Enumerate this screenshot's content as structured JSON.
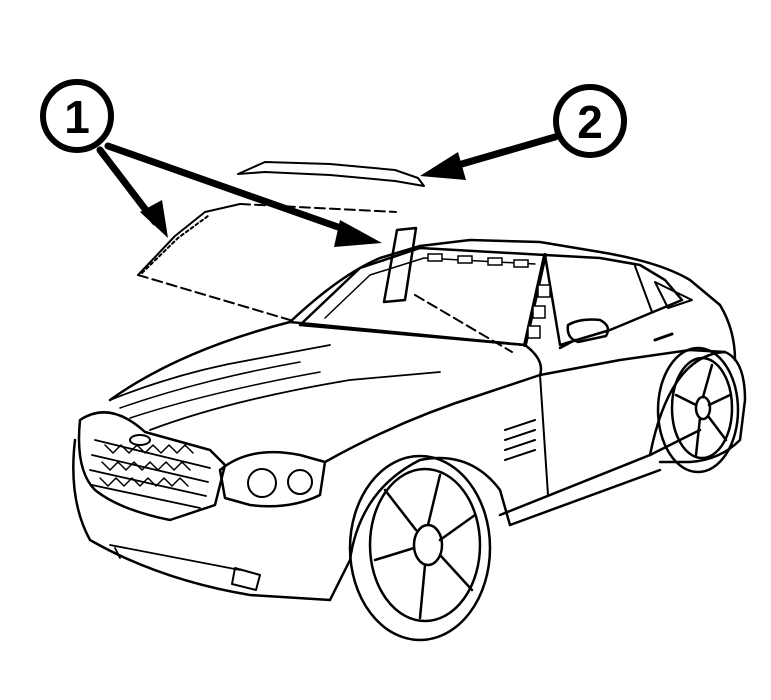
{
  "diagram": {
    "callouts": [
      {
        "id": 1,
        "label": "1"
      },
      {
        "id": 2,
        "label": "2"
      }
    ],
    "colors": {
      "ink": "#000000",
      "background": "#ffffff"
    }
  }
}
